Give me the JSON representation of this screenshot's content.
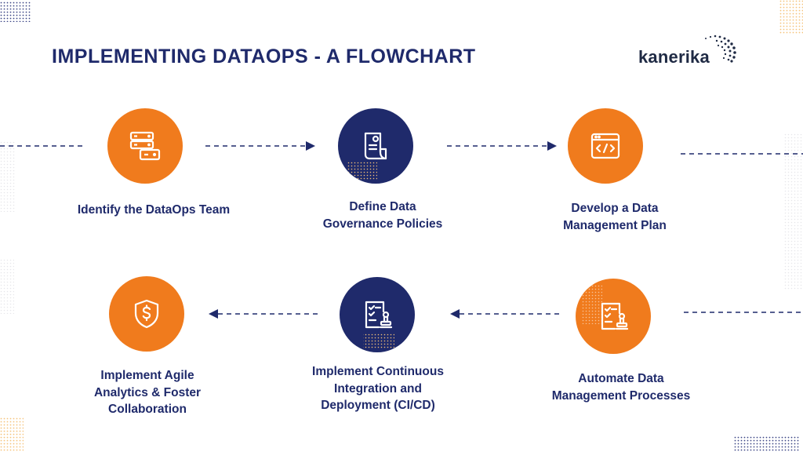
{
  "header": {
    "title": "IMPLEMENTING DATAOPS - A FLOWCHART",
    "logo_text": "kanerika"
  },
  "steps": [
    {
      "lines": [
        "Identify the DataOps Team"
      ],
      "icon": "server-stack-icon",
      "color": "#f07b1d"
    },
    {
      "lines": [
        "Define Data",
        "Governance Policies"
      ],
      "icon": "document-policy-icon",
      "color": "#1f2a6b"
    },
    {
      "lines": [
        "Develop a Data",
        "Management Plan"
      ],
      "icon": "code-window-icon",
      "color": "#f07b1d"
    },
    {
      "lines": [
        "Automate Data",
        "Management Processes"
      ],
      "icon": "checklist-stamp-icon",
      "color": "#f07b1d"
    },
    {
      "lines": [
        "Implement Continuous",
        "Integration and",
        "Deployment (CI/CD)"
      ],
      "icon": "checklist-stamp-icon",
      "color": "#1f2a6b"
    },
    {
      "lines": [
        "Implement Agile",
        "Analytics & Foster",
        "Collaboration"
      ],
      "icon": "dollar-shield-icon",
      "color": "#f07b1d"
    }
  ],
  "colors": {
    "navy": "#1f2a6b",
    "orange": "#f07b1d",
    "dots": "#f5c27a"
  }
}
